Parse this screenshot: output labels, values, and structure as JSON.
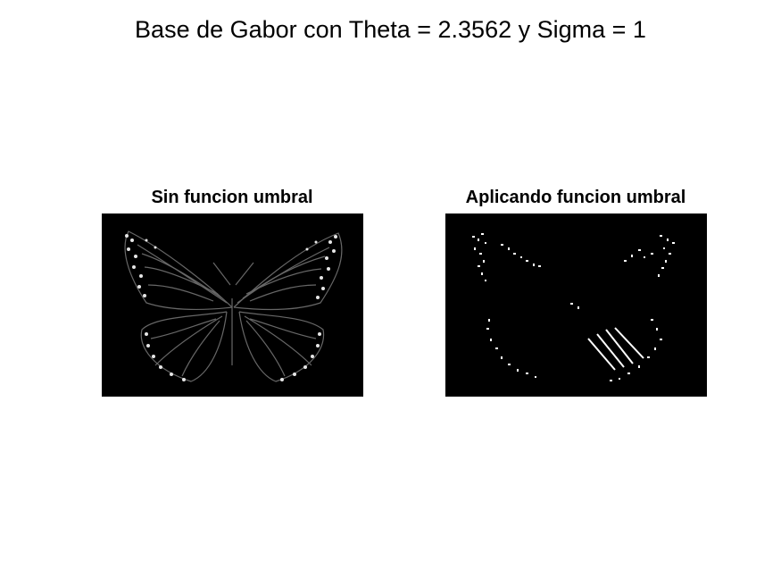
{
  "figure": {
    "title": "Base de Gabor con Theta = 2.3562 y Sigma = 1",
    "panels": [
      {
        "subtitle": "Sin funcion umbral"
      },
      {
        "subtitle": "Aplicando funcion umbral"
      }
    ]
  }
}
